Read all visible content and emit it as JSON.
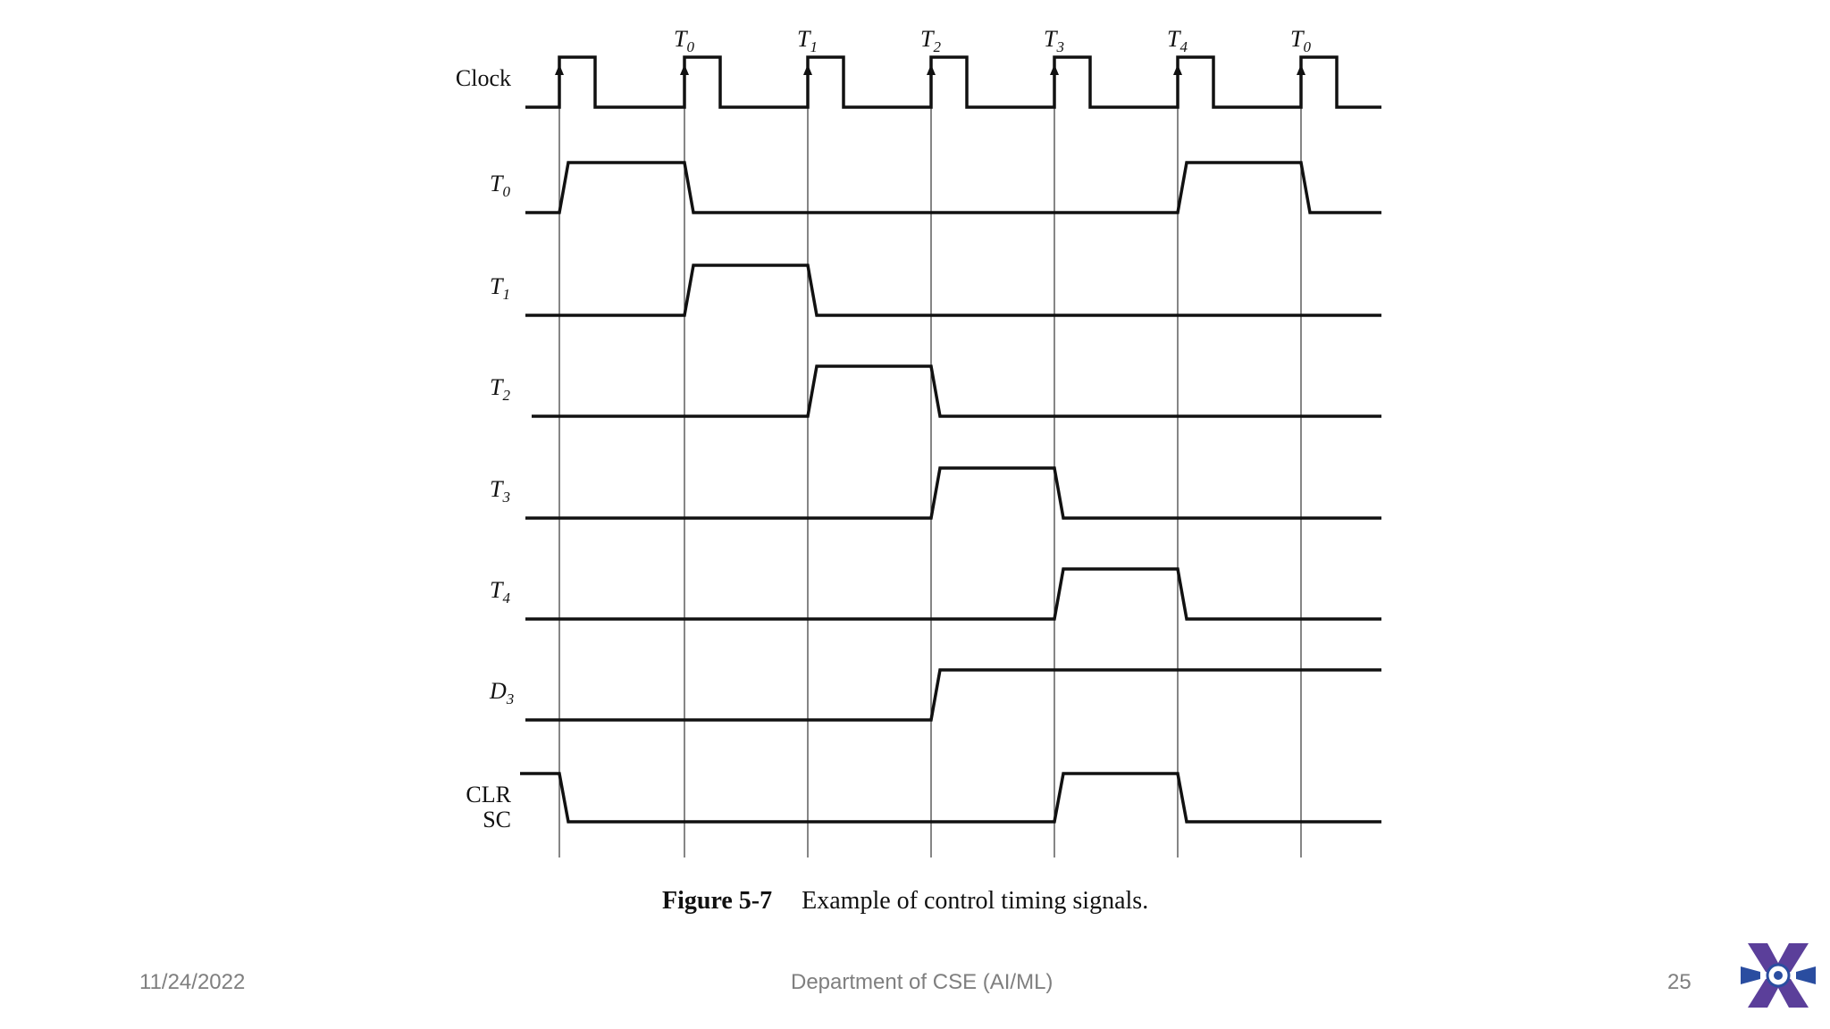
{
  "figure": {
    "caption_label": "Figure 5-7",
    "caption_text": "Example of control timing signals.",
    "clock_label": "Clock",
    "clock_markers": [
      {
        "letter": "T",
        "sub": "0"
      },
      {
        "letter": "T",
        "sub": "1"
      },
      {
        "letter": "T",
        "sub": "2"
      },
      {
        "letter": "T",
        "sub": "3"
      },
      {
        "letter": "T",
        "sub": "4"
      },
      {
        "letter": "T",
        "sub": "0"
      }
    ],
    "signals": [
      {
        "letter": "T",
        "sub": "0",
        "high": [
          [
            0,
            1
          ],
          [
            5,
            6
          ]
        ]
      },
      {
        "letter": "T",
        "sub": "1",
        "high": [
          [
            1,
            2
          ]
        ]
      },
      {
        "letter": "T",
        "sub": "2",
        "high": [
          [
            2,
            3
          ]
        ]
      },
      {
        "letter": "T",
        "sub": "3",
        "high": [
          [
            3,
            4
          ]
        ]
      },
      {
        "letter": "T",
        "sub": "4",
        "high": [
          [
            4,
            5
          ]
        ]
      },
      {
        "letter": "D",
        "sub": "3",
        "high": [
          [
            3,
            7
          ]
        ]
      },
      {
        "label_lines": [
          "CLR",
          "SC"
        ],
        "high": [
          [
            -1,
            0
          ],
          [
            4,
            5
          ]
        ]
      }
    ]
  },
  "footer": {
    "date": "11/24/2022",
    "department": "Department of CSE (AI/ML)",
    "page": "25"
  },
  "logo": {
    "icon": "university-logo-icon",
    "color": "#5b3f9a",
    "accent": "#2a4da0"
  }
}
